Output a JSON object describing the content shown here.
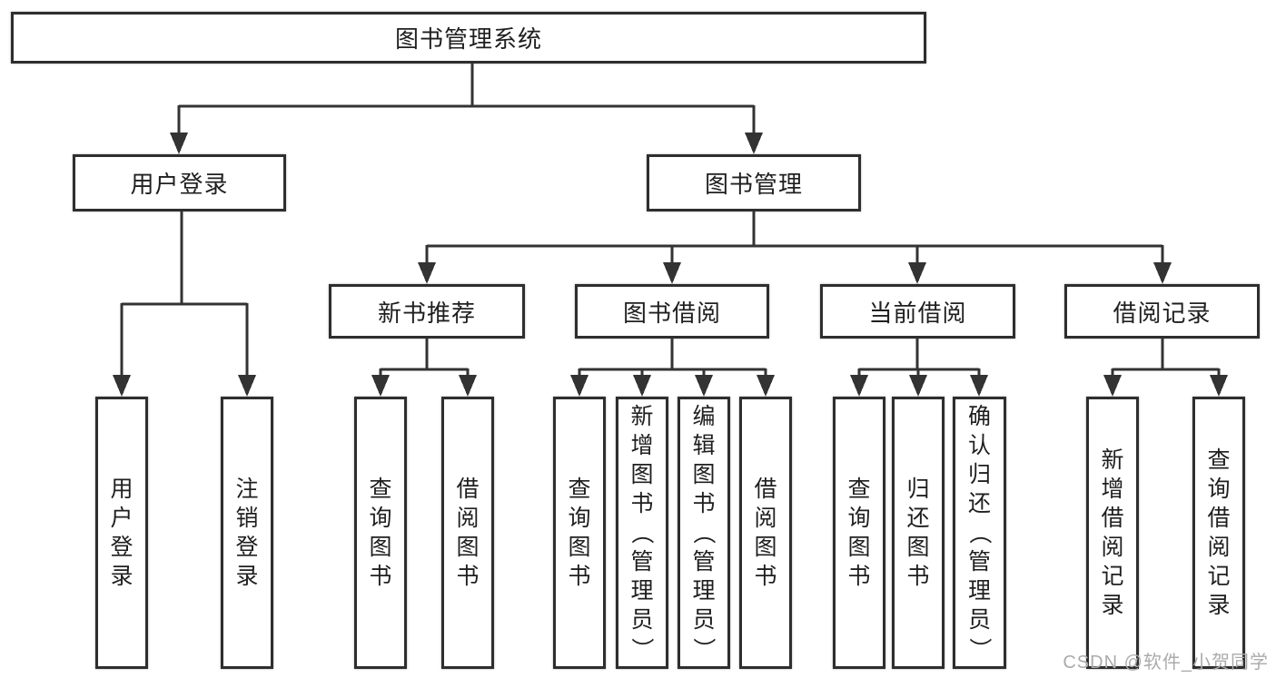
{
  "nodes": {
    "root": "图书管理系统",
    "user_login": "用户登录",
    "book_management": "图书管理",
    "new_book_recommend": "新书推荐",
    "book_borrowing": "图书借阅",
    "current_borrowing": "当前借阅",
    "borrowing_records": "借阅记录",
    "ul_user_login": "用户登录",
    "ul_logout": "注销登录",
    "rec_query_books": "查询图书",
    "rec_borrow_books": "借阅图书",
    "bb_query_books": "查询图书",
    "bb_add_books": "新增图书（管理员）",
    "bb_edit_books": "编辑图书（管理员）",
    "bb_borrow_books": "借阅图书",
    "cb_query_books": "查询图书",
    "cb_return_books": "归还图书",
    "cb_confirm_return": "确认归还（管理员）",
    "br_add_record": "新增借阅记录",
    "br_query_record": "查询借阅记录"
  },
  "edges": [
    [
      "root",
      "user_login"
    ],
    [
      "root",
      "book_management"
    ],
    [
      "user_login",
      "ul_user_login"
    ],
    [
      "user_login",
      "ul_logout"
    ],
    [
      "book_management",
      "new_book_recommend"
    ],
    [
      "book_management",
      "book_borrowing"
    ],
    [
      "book_management",
      "current_borrowing"
    ],
    [
      "book_management",
      "borrowing_records"
    ],
    [
      "new_book_recommend",
      "rec_query_books"
    ],
    [
      "new_book_recommend",
      "rec_borrow_books"
    ],
    [
      "book_borrowing",
      "bb_query_books"
    ],
    [
      "book_borrowing",
      "bb_add_books"
    ],
    [
      "book_borrowing",
      "bb_edit_books"
    ],
    [
      "book_borrowing",
      "bb_borrow_books"
    ],
    [
      "current_borrowing",
      "cb_query_books"
    ],
    [
      "current_borrowing",
      "cb_return_books"
    ],
    [
      "current_borrowing",
      "cb_confirm_return"
    ],
    [
      "borrowing_records",
      "br_add_record"
    ],
    [
      "borrowing_records",
      "br_query_record"
    ]
  ],
  "watermark": "CSDN @软件_小贺同学",
  "colors": {
    "line": "#333333",
    "border": "#2e2e2e",
    "text": "#1f1f1f",
    "background": "#ffffff",
    "watermark": "#ababab"
  }
}
